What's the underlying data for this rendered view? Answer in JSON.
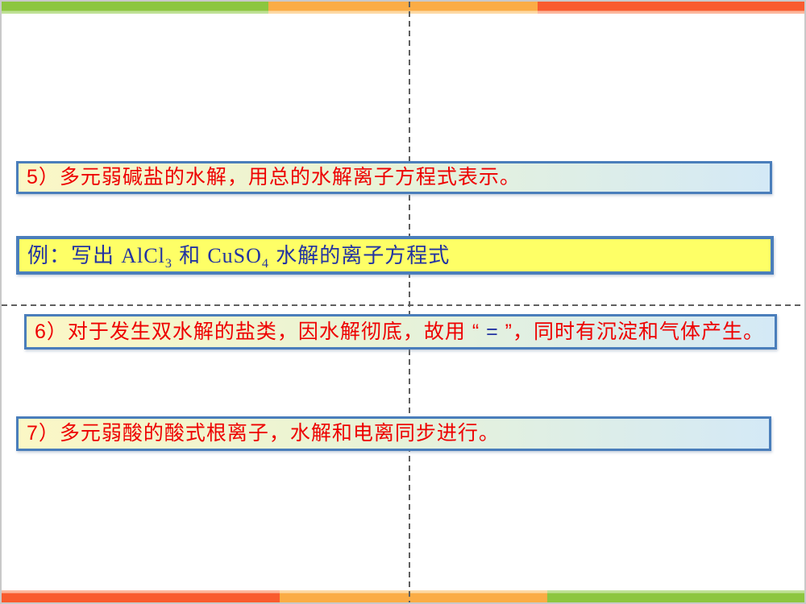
{
  "slide": {
    "type": "presentation-slide",
    "topic": "salt hydrolysis ionic equations notes"
  },
  "colors": {
    "bar_green": "#8cc63f",
    "bar_orange": "#fbac45",
    "bar_red": "#f95b2e",
    "box_border_blue": "#4a7ebb",
    "yellow_fill": "#feff66",
    "gradient_left": "#fbf7c5",
    "gradient_mid": "#e8f3d7",
    "gradient_right": "#d4e9f6",
    "red_text": "#ee0000",
    "navy_text": "#2233a2",
    "guide_dash_gray": "#606060"
  },
  "bars": {
    "top_segments": [
      "green",
      "orange",
      "red"
    ],
    "bottom_segments": [
      "red",
      "orange",
      "green"
    ]
  },
  "boxes": {
    "point5": {
      "text": "5）多元弱碱盐的水解，用总的水解离子方程式表示。"
    },
    "example": {
      "parts": [
        {
          "text": "例：写出 "
        },
        {
          "text": "AlCl"
        },
        {
          "text": "3",
          "subscript": true
        },
        {
          "text": " 和 "
        },
        {
          "text": "CuSO"
        },
        {
          "text": "4",
          "subscript": true
        },
        {
          "text": " 水解的离子方程式"
        }
      ]
    },
    "point6": {
      "parts": [
        {
          "text": "6）对于发生双水解的盐类，因水解彻底，故用 “ "
        },
        {
          "text": "=",
          "color": "navy"
        },
        {
          "text": " ”，同时有沉淀和气体产生。"
        }
      ]
    },
    "point7": {
      "text": "7）多元弱酸的酸式根离子，水解和电离同步进行。"
    }
  }
}
